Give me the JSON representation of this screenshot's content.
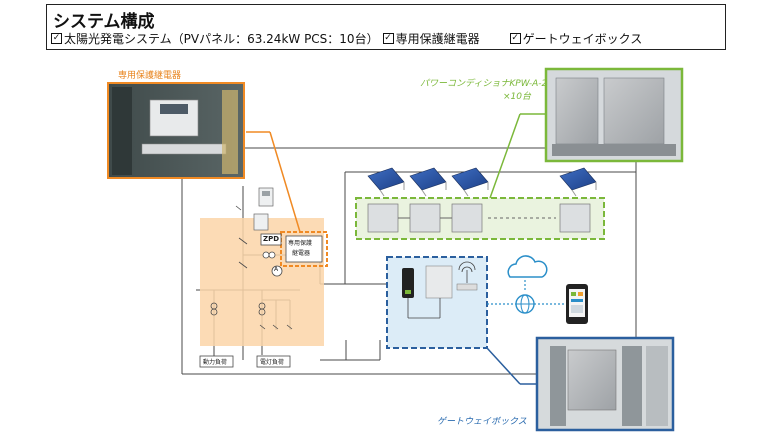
{
  "header": {
    "title": "システム構成",
    "items": [
      "太陽光発電システム（PVパネル：63.24kW  PCS：10台）",
      "専用保護継電器",
      "ゲートウェイボックス"
    ]
  },
  "labels": {
    "relay_photo": "専用保護継電器",
    "pcs_line1": "パワーコンディショナKPW-A-2",
    "pcs_line2": "×10台",
    "gateway_photo": "ゲートウェイボックス",
    "zpd": "ZPD",
    "relay_box_line1": "専用保護",
    "relay_box_line2": "継電器",
    "load_power": "動力負荷",
    "load_light": "電灯負荷",
    "ammeter": "A"
  },
  "colors": {
    "orange": "#f08a24",
    "orange_fill": "#fbd5a8",
    "green": "#7bb83a",
    "blue": "#2b5f9e",
    "blue_fill": "#dcecf7",
    "line": "#4a4a4a",
    "teal_line": "#2c7a7b"
  }
}
